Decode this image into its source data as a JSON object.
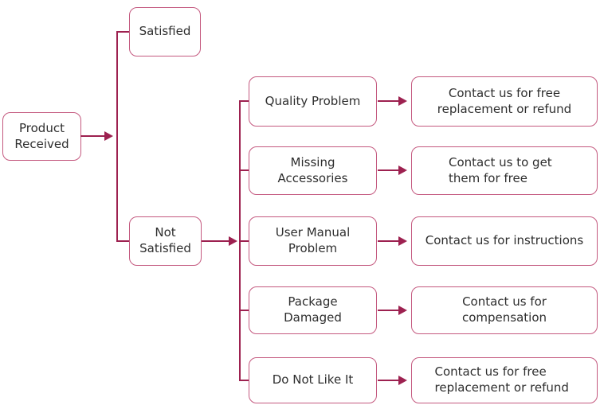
{
  "root": {
    "label": "Product Received"
  },
  "satisfied": {
    "label": "Satisfied"
  },
  "not_satisfied": {
    "label": "Not Satisfied"
  },
  "rows": [
    {
      "problem": "Quality Problem",
      "action": "Contact us for free replacement or refund"
    },
    {
      "problem": "Missing Accessories",
      "action": "Contact us to get them for free"
    },
    {
      "problem": "User Manual Problem",
      "action": "Contact us for instructions"
    },
    {
      "problem": "Package Damaged",
      "action": "Contact us for compensation"
    },
    {
      "problem": "Do Not Like It",
      "action": "Contact us for free replacement or refund"
    }
  ],
  "colors": {
    "connector": "#9d2150",
    "box_border": "#c4597f",
    "text": "#2e2e2e",
    "background": "#ffffff"
  }
}
